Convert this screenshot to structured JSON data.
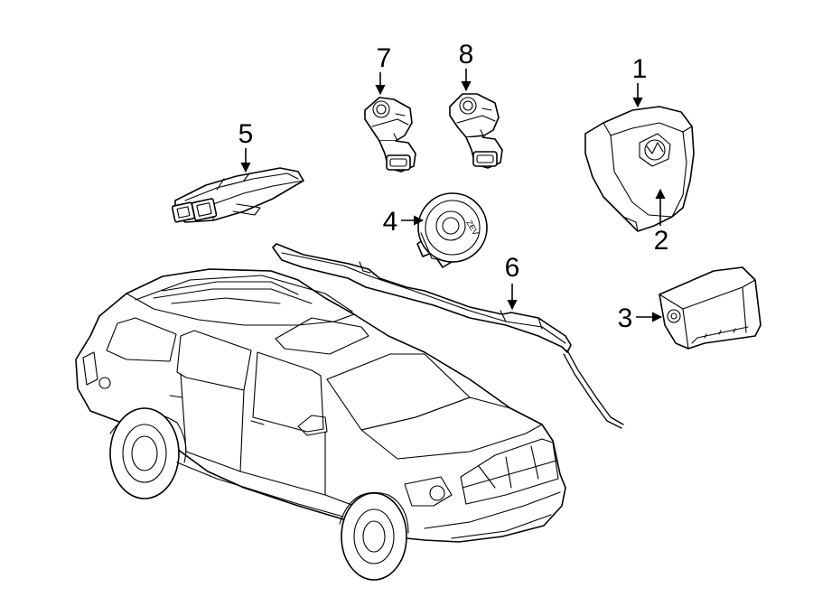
{
  "diagram": {
    "callouts": [
      {
        "id": "1",
        "label": "1"
      },
      {
        "id": "2",
        "label": "2"
      },
      {
        "id": "3",
        "label": "3"
      },
      {
        "id": "4",
        "label": "4"
      },
      {
        "id": "5",
        "label": "5"
      },
      {
        "id": "6",
        "label": "6"
      },
      {
        "id": "7",
        "label": "7"
      },
      {
        "id": "8",
        "label": "8"
      }
    ],
    "clockspring_mark": "ZEV",
    "colors": {
      "line": "#000000",
      "background": "#ffffff"
    }
  }
}
